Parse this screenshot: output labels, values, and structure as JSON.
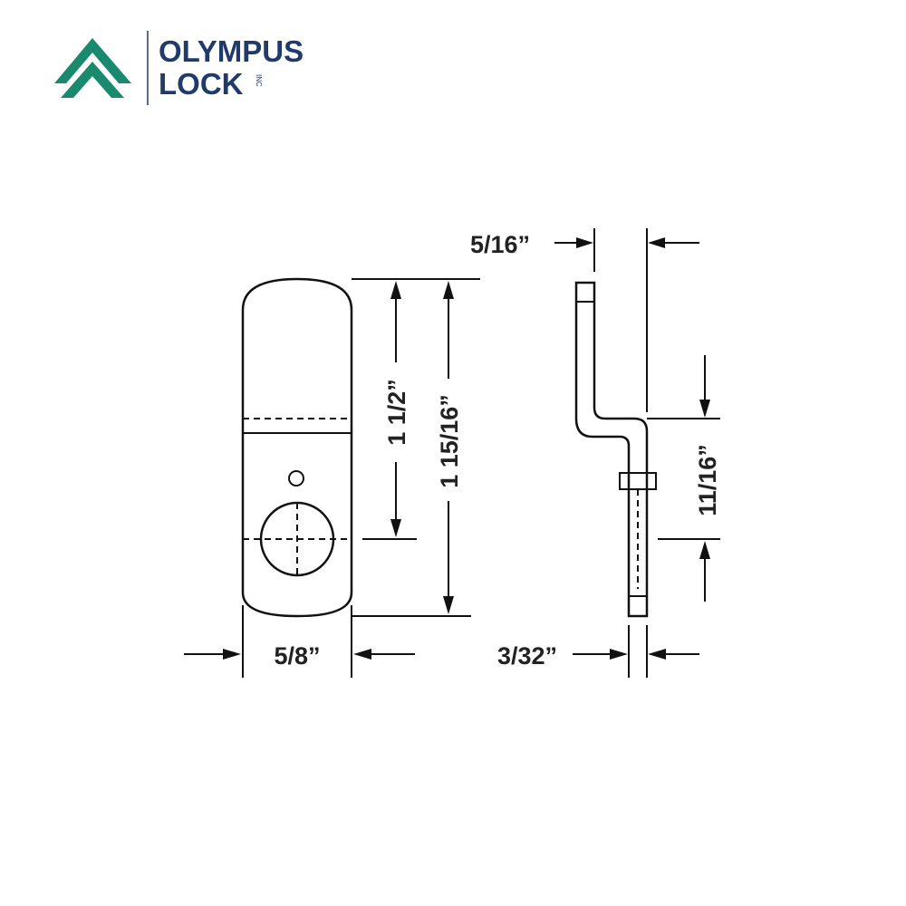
{
  "brand": {
    "name_line1": "OLYMPUS",
    "name_line2": "LOCK",
    "suffix": "INC",
    "primary_color": "#1a8a6e",
    "text_color": "#1f3a6b"
  },
  "dimensions": {
    "width_front": "5/8”",
    "hole_to_top": "1 1/2”",
    "overall_length": "1 15/16”",
    "offset_top": "5/16”",
    "offset_lower": "11/16”",
    "thickness": "3/32”"
  }
}
